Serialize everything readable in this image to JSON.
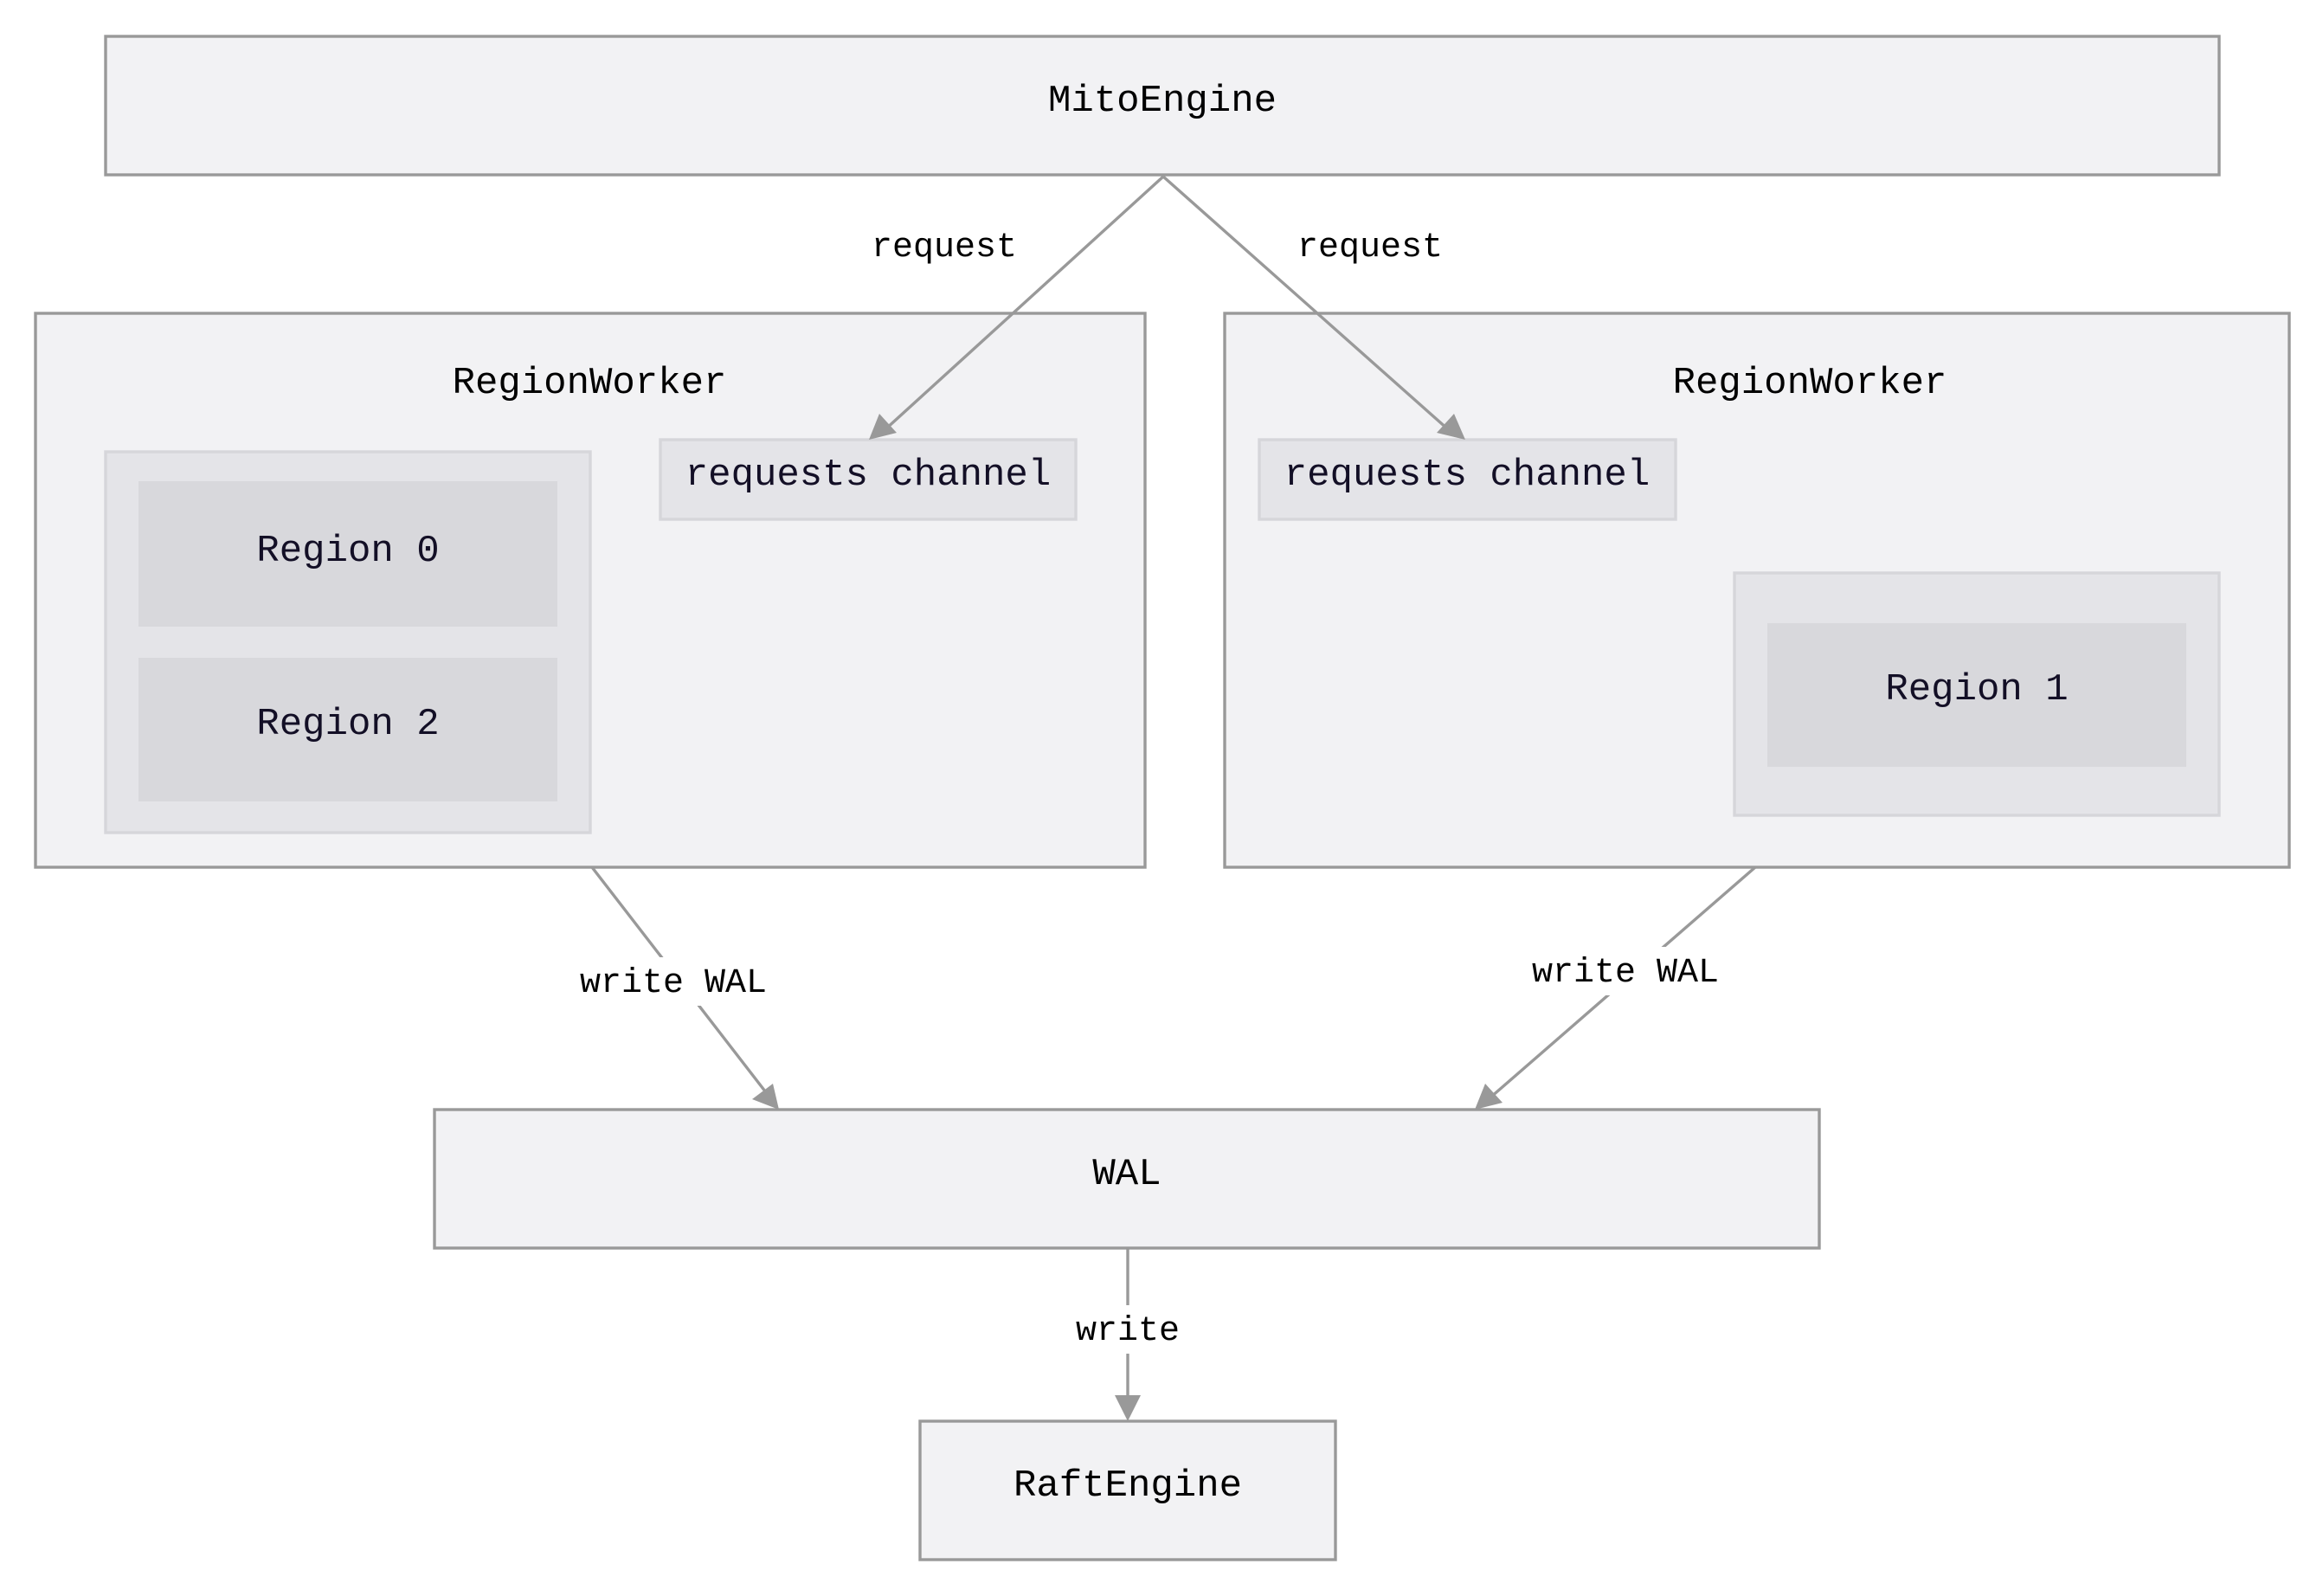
{
  "nodes": {
    "mito_engine": "MitoEngine",
    "region_worker_left": "RegionWorker",
    "region_worker_right": "RegionWorker",
    "requests_channel_left": "requests channel",
    "requests_channel_right": "requests channel",
    "region_0": "Region 0",
    "region_2": "Region 2",
    "region_1": "Region 1",
    "wal": "WAL",
    "raft_engine": "RaftEngine"
  },
  "edges": {
    "request_left": "request",
    "request_right": "request",
    "write_wal_left": "write WAL",
    "write_wal_right": "write WAL",
    "write": "write"
  },
  "colors": {
    "outer_fill": "#f2f2f4",
    "outer_stroke": "#999999",
    "inner_fill": "#e4e4e8",
    "region_fill": "#d8d8dc",
    "edge": "#999999"
  }
}
